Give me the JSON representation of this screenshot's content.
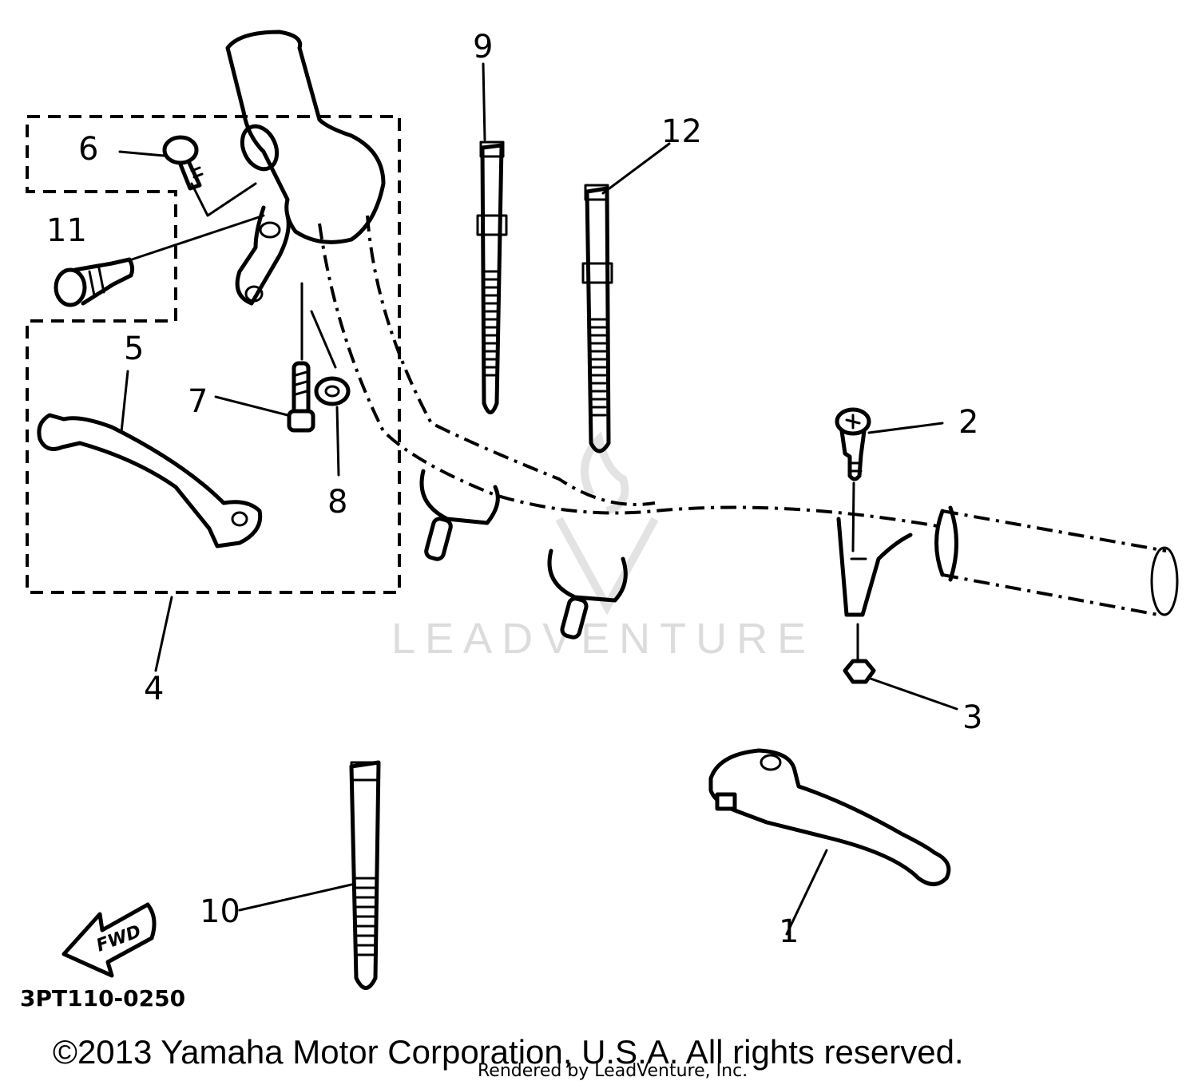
{
  "callouts": [
    "1",
    "2",
    "3",
    "4",
    "5",
    "6",
    "7",
    "8",
    "9",
    "10",
    "11",
    "12"
  ],
  "diagram_code": "3PT110-0250",
  "fwd_label": "FWD",
  "watermark": "LEADVENTURE",
  "copyright": "©2013 Yamaha Motor Corporation, U.S.A. All rights reserved.",
  "rendered_by": "Rendered by LeadVenture, Inc."
}
